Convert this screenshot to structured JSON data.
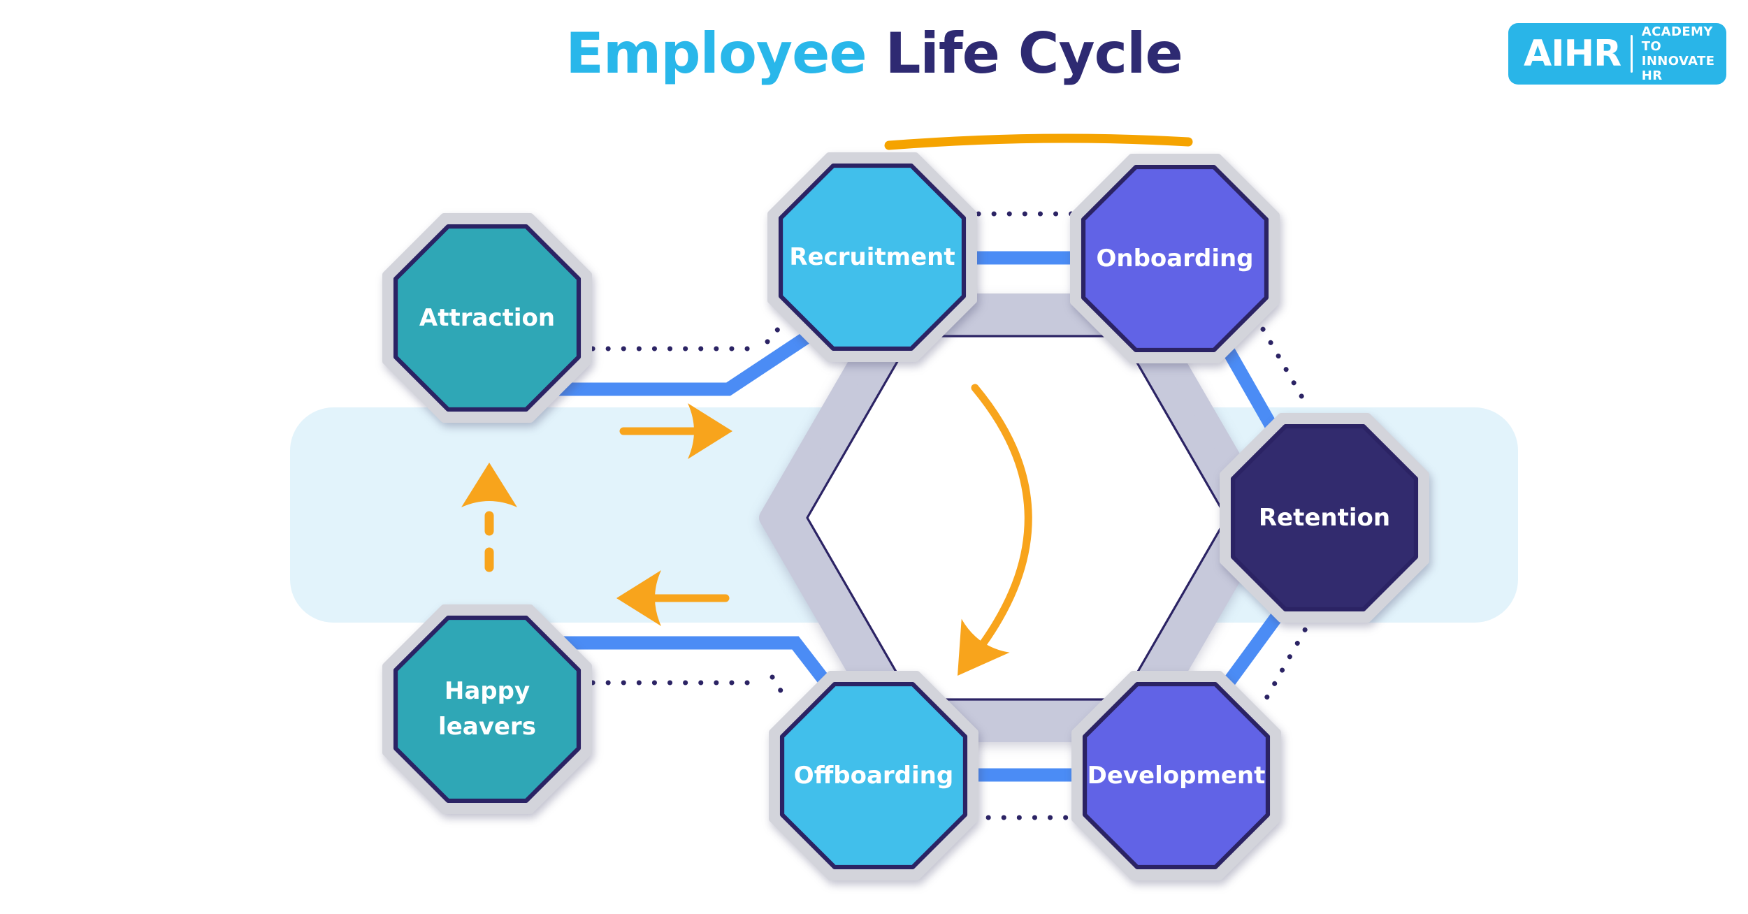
{
  "title": {
    "part1": "Employee",
    "part2": "Life Cycle"
  },
  "logo": {
    "brand": "AIHR",
    "tagline_line1": "ACADEMY TO",
    "tagline_line2": "INNOVATE HR"
  },
  "stages": [
    {
      "label": "Attraction",
      "color": "#2FA7B6"
    },
    {
      "label": "Recruitment",
      "color": "#41BFEB"
    },
    {
      "label": "Onboarding",
      "color": "#6163E6"
    },
    {
      "label": "Retention",
      "color": "#322B6E"
    },
    {
      "label": "Development",
      "color": "#6163E6"
    },
    {
      "label": "Offboarding",
      "color": "#41BFEB"
    },
    {
      "label": "Happy leavers",
      "line1": "Happy",
      "line2": "leavers",
      "color": "#2FA7B6"
    }
  ],
  "icons": {
    "center": "clockwise-cycle-arrow",
    "band_forward": "yellow-right-arrow",
    "band_return": "yellow-left-arrow",
    "band_loop_back": "yellow-dashed-up-arrow",
    "title_decoration": "yellow-curved-underline"
  },
  "palette": {
    "title_cyan": "#29B7EA",
    "title_navy": "#2E2A72",
    "underline_yellow": "#F5A300",
    "arrow_yellow": "#F8A41C",
    "connector_blue": "#4B8CF5",
    "dotted_navy": "#2B2364",
    "octagon_border_navy": "#2B2364",
    "octagon_rim_gray": "#D3D4DB",
    "hexagon_ring_gray": "#C7C9DB",
    "band_light_blue": "#E2F3FB",
    "logo_blue": "#29B5E8",
    "label_white": "#FFFFFF"
  }
}
